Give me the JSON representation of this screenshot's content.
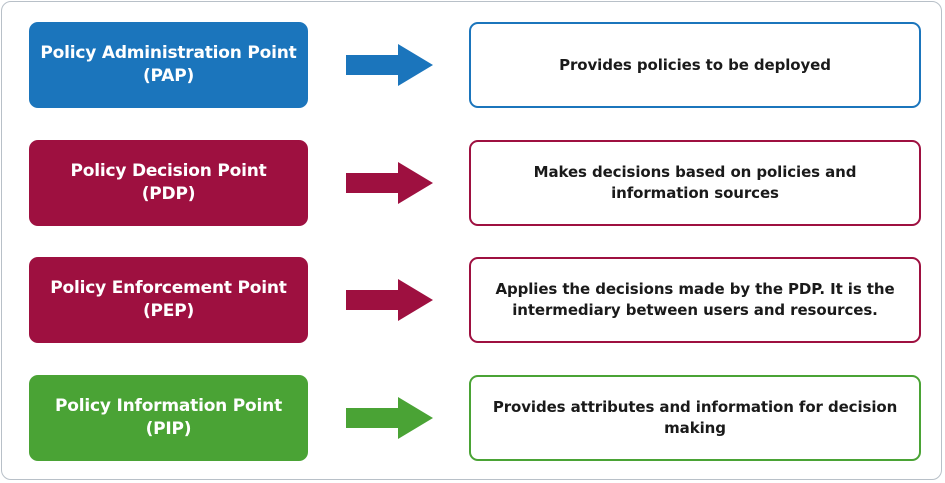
{
  "components": [
    {
      "name": "Policy Administration Point",
      "abbr": "(PAP)",
      "description": "Provides policies to be deployed",
      "color": "#1b75bc"
    },
    {
      "name": "Policy Decision Point",
      "abbr": "(PDP)",
      "description": "Makes decisions based on policies and information sources",
      "color": "#9e1040"
    },
    {
      "name": "Policy Enforcement Point",
      "abbr": "(PEP)",
      "description": "Applies the decisions made by the PDP. It is the intermediary between users and resources.",
      "color": "#9e1040"
    },
    {
      "name": "Policy Information Point",
      "abbr": "(PIP)",
      "description": "Provides attributes and information for decision making",
      "color": "#4aa335"
    }
  ]
}
